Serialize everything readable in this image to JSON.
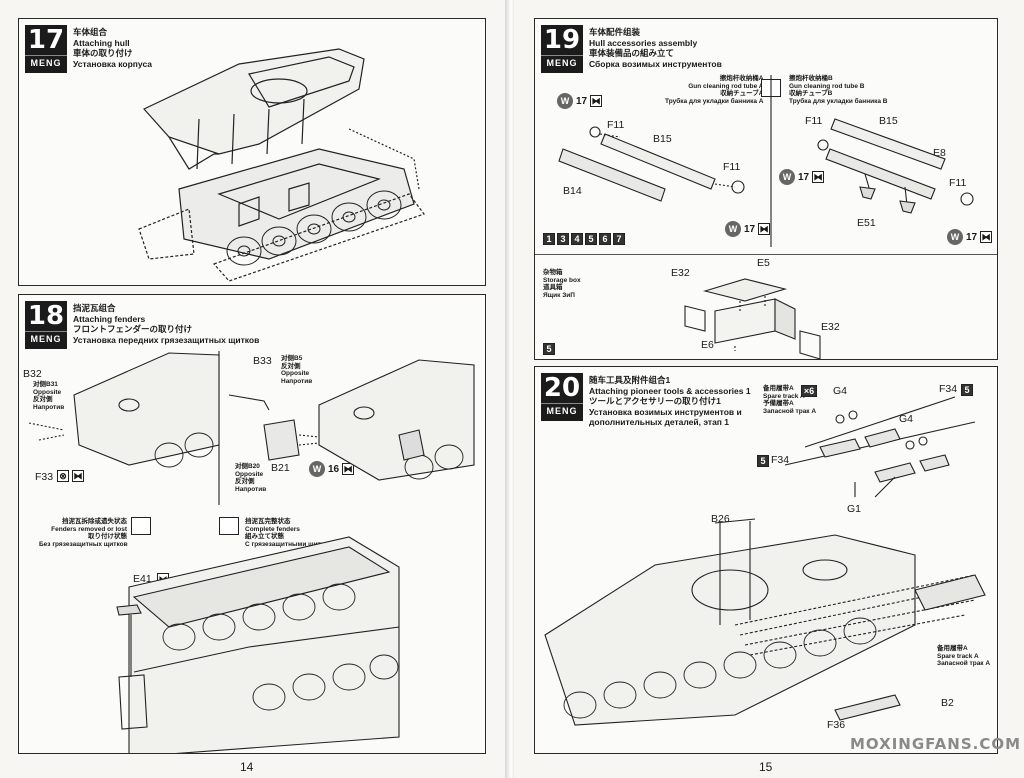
{
  "brand": "MENG",
  "page_left_number": "14",
  "page_right_number": "15",
  "watermark": "MOXINGFANS.COM",
  "steps": {
    "s17": {
      "number": "17",
      "title_cn": "车体组合",
      "title_en": "Attaching hull",
      "title_jp": "車体の取り付け",
      "title_ru": "Установка корпуса"
    },
    "s18": {
      "number": "18",
      "title_cn": "挡泥瓦组合",
      "title_en": "Attaching fenders",
      "title_jp": "フロントフェンダーの取り付け",
      "title_ru": "Установка передних грязезащитных щитков",
      "b32": "B32",
      "b32_opp_cn": "对侧B31",
      "b32_opp_jp": "反対側",
      "b32_opp_en": "Opposite",
      "b32_opp_ru": "Напротив",
      "b33": "B33",
      "b33_opp_cn": "对侧B5",
      "b33_opp_jp": "反対側",
      "b33_opp_en": "Opposite",
      "b33_opp_ru": "Напротив",
      "b20_opp_cn": "对侧B20",
      "b20_opp_en": "Opposite",
      "b20_opp_jp": "反対側",
      "b20_opp_ru": "Напротив",
      "b21": "B21",
      "f33": "F33",
      "glue_w": "W",
      "glue_n": "16",
      "removed_cn": "挡泥瓦拆除或遗失状态",
      "removed_en": "Fenders removed or lost",
      "removed_jp": "取り付け状態",
      "removed_ru": "Без грязезащитных щитков",
      "complete_cn": "挡泥瓦完整状态",
      "complete_en": "Complete fenders",
      "complete_jp": "組み立て状態",
      "complete_ru": "С грязезащитными щитками",
      "e41": "E41"
    },
    "s19": {
      "number": "19",
      "title_cn": "车体配件组装",
      "title_en": "Hull accessories assembly",
      "title_jp": "車体装備品の組み立て",
      "title_ru": "Сборка возимых инструментов",
      "tube_a_cn": "擦炮杆收纳桶A",
      "tube_a_en": "Gun cleaning rod tube A",
      "tube_a_jp": "収納チューブA",
      "tube_a_ru": "Трубка для укладки банника A",
      "tube_b_cn": "擦炮杆收纳桶B",
      "tube_b_en": "Gun cleaning rod tube B",
      "tube_b_jp": "収納チューブB",
      "tube_b_ru": "Трубка для укладки банника B",
      "glue_w": "W",
      "glue_n": "17",
      "f11": "F11",
      "b15": "B15",
      "b14": "B14",
      "e8": "E8",
      "e51": "E51",
      "options": [
        "1",
        "3",
        "4",
        "5",
        "6",
        "7"
      ],
      "storage_cn": "杂物箱",
      "storage_en": "Storage box",
      "storage_jp": "道具箱",
      "storage_ru": "Ящик ЗиП",
      "e32": "E32",
      "e5": "E5",
      "e6": "E6",
      "opt5": "5"
    },
    "s20": {
      "number": "20",
      "title_cn": "随车工具及附件组合1",
      "title_en": "Attaching pioneer tools & accessories 1",
      "title_jp": "ツールとアクセサリーの取り付け1",
      "title_ru1": "Установка возимых инструментов и",
      "title_ru2": "дополнительных деталей, этап 1",
      "spare_cn": "备用履带A",
      "spare_en": "Spare track A",
      "spare_jp": "予備履帯A",
      "spare_ru": "Запасной трак А",
      "x6": "×6",
      "g4": "G4",
      "g1": "G1",
      "f34": "F34",
      "opt5": "5",
      "b26": "B26",
      "f36": "F36",
      "b2": "B2",
      "spare2_cn": "备用履带A",
      "spare2_en": "Spare track A",
      "spare2_ru": "Запасной трак А"
    }
  }
}
